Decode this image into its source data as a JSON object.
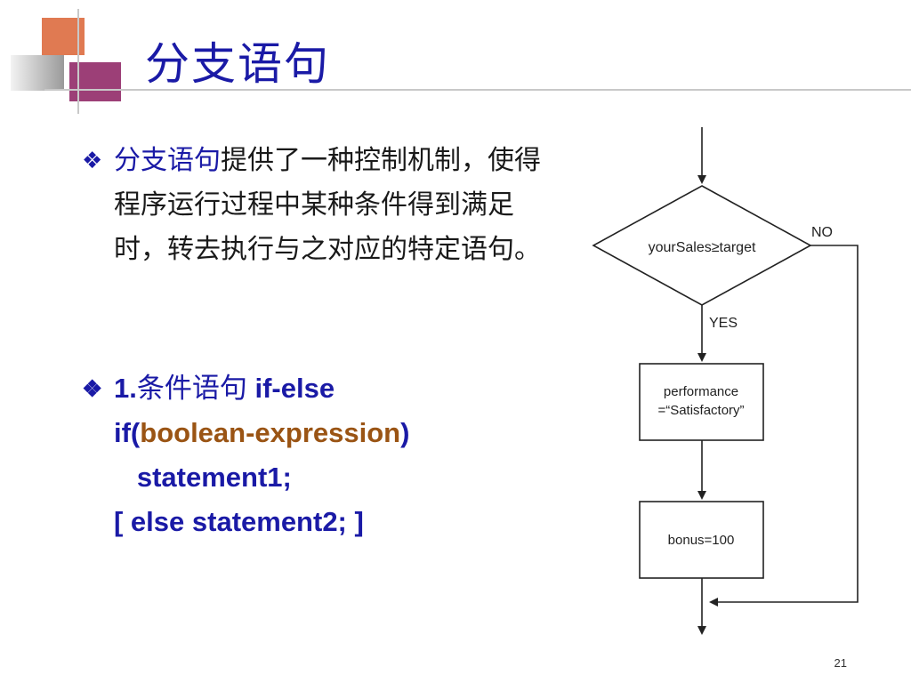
{
  "slide": {
    "title": "分支语句",
    "page_number": "21"
  },
  "bullets": {
    "b1": {
      "highlight": "分支语句",
      "rest": "提供了一种控制机制，使得程序运行过程中某种条件得到满足时，转去执行与之对应的特定语句。"
    },
    "b2": {
      "prefix_num": "1.",
      "prefix_cn": "条件语句",
      "keyword": " if-else",
      "line2_open": "if(",
      "line2_expr": "boolean-expression",
      "line2_close": ")",
      "line3": "   statement1;",
      "line4": "[ else statement2; ]"
    }
  },
  "flowchart": {
    "condition": "yourSales≥target",
    "no_label": "NO",
    "yes_label": "YES",
    "box1_line1": "performance",
    "box1_line2": "=“Satisfactory”",
    "box2": "bonus=100"
  },
  "colors": {
    "title": "#1a1aa6",
    "highlight": "#1a1aa6",
    "expression": "#9a5414",
    "deco_orange": "#e07a52",
    "deco_purple": "#9c3f77"
  }
}
